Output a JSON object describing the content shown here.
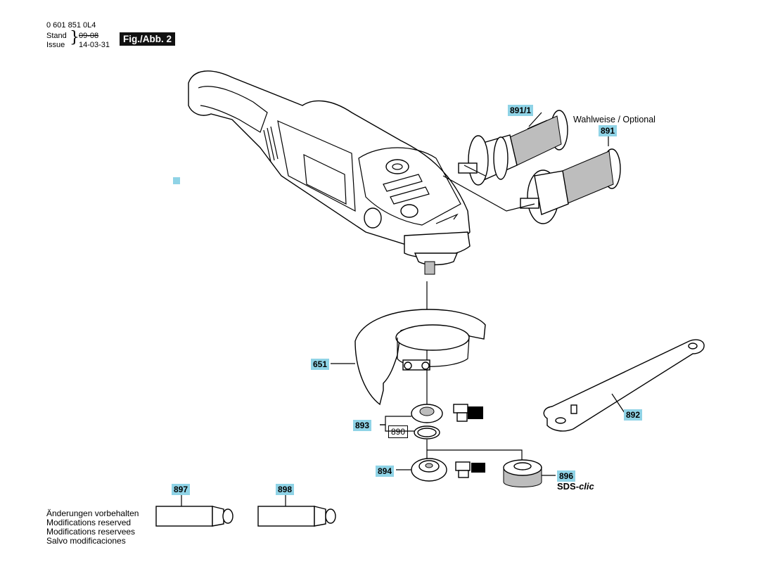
{
  "header": {
    "part_number": "0 601 851 0L4",
    "stand_label": "Stand",
    "issue_label": "Issue",
    "stand_date": "09-08",
    "issue_date": "14-03-31",
    "figure_label": "Fig./Abb. 2"
  },
  "optional_text": "Wahlweise / Optional",
  "sds_text": "SDS-",
  "sds_suffix": "clic",
  "parts": [
    {
      "id": "891/1"
    },
    {
      "id": "891"
    },
    {
      "id": "651"
    },
    {
      "id": "892"
    },
    {
      "id": "893"
    },
    {
      "id": "890"
    },
    {
      "id": "894"
    },
    {
      "id": "896"
    },
    {
      "id": "897"
    },
    {
      "id": "898"
    }
  ],
  "disclaimer": [
    "Änderungen vorbehalten",
    "Modifications reserved",
    "Modifications reservees",
    "Salvo modificaciones"
  ],
  "colors": {
    "callout": "#8fd3e6",
    "figure_bg": "#111111"
  }
}
